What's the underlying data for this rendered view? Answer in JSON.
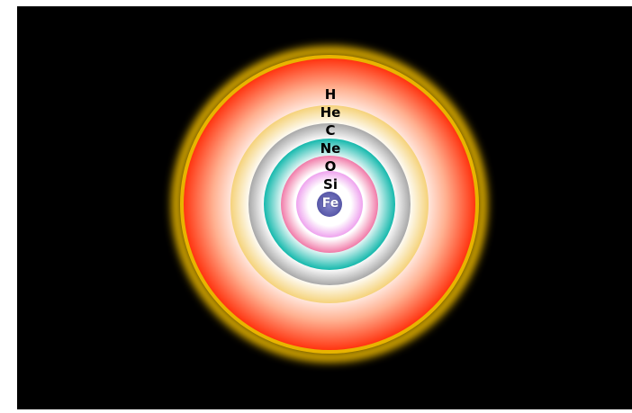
{
  "layers": [
    {
      "element": "H",
      "color": "#ff3a10"
    },
    {
      "element": "He",
      "color": "#f5d27a"
    },
    {
      "element": "C",
      "color": "#b3b3b3"
    },
    {
      "element": "Ne",
      "color": "#1fbfb3"
    },
    {
      "element": "O",
      "color": "#f090b8"
    },
    {
      "element": "Si",
      "color": "#f2a8f2"
    },
    {
      "element": "Fe",
      "color": "#6a6ab8"
    }
  ],
  "outer_glow_color": "#ffc800",
  "background_color": "#000000"
}
